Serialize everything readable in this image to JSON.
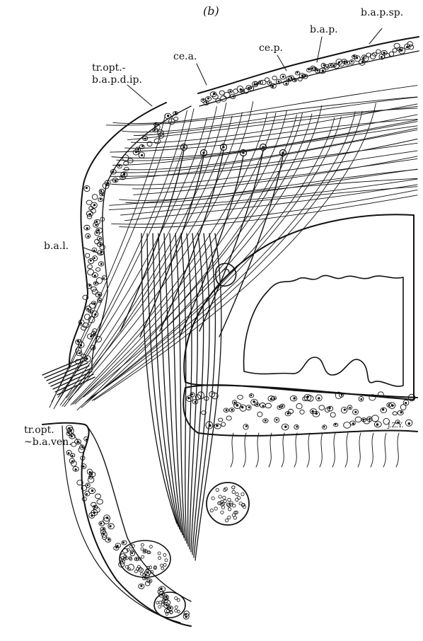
{
  "panel_label": "(b)",
  "labels": {
    "b_a_p_sp": "b.a.p.sp.",
    "b_a_p": "b.a.p.",
    "ce_p": "ce.p.",
    "ce_a": "ce.a.",
    "tr_opt_line1": "tr.opt.-",
    "tr_opt_line2": "b.a.p.d.ip.",
    "b_a_l": "b.a.l.",
    "tr_opt_ven_line1": "tr.opt.",
    "tr_opt_ven_line2": "~b.a.ven.",
    "signature": "J.Z.Y."
  },
  "colors": {
    "ink": "#111111",
    "paper": "#ffffff"
  }
}
